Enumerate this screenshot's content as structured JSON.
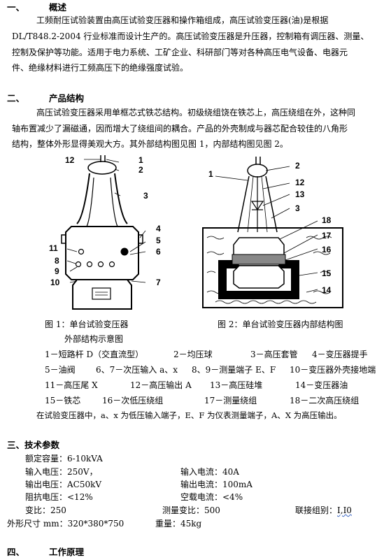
{
  "sections": {
    "s1": {
      "num": "一、",
      "title": "概述"
    },
    "s2": {
      "num": "二、",
      "title": "产品结构"
    },
    "s3": {
      "title": "三、技术参数"
    },
    "s4": {
      "num": "四、",
      "title": "工作原理"
    }
  },
  "overview": [
    "工频耐压试验装置由高压试验变压器和操作箱组成，高压试验变压器(油)是根据",
    "DL/T848.2-2004 行业标准而设计生产的。高压试验变压器是升压器，控制箱有调压器、测量、",
    "控制及保护等功能。适用于电力系统、工矿企业、科研部门等对各种高压电气设备、电器元",
    "件、绝缘材料进行工频高压下的绝缘强度试验。"
  ],
  "structure": [
    "高压试验变压器采用单框芯式铁芯结构。初级绕组饶在铁芯上，高压绕组在外，这种同",
    "轴布置减少了漏磁通，因而增大了绕组间的耦合。产品的外壳制成与器芯配合较佳的八角形",
    "结构，整体外形显得美观大方。其外部结构图见图 1，内部结构图见图 2。"
  ],
  "fig1": {
    "labels": [
      "12",
      "1",
      "2",
      "3",
      "4",
      "5",
      "6",
      "11",
      "8",
      "9",
      "10",
      "7"
    ],
    "caption1": "图 1：单台试验变压器",
    "caption2": "外部结构示意图"
  },
  "fig2": {
    "labels": [
      "1",
      "2",
      "12",
      "13",
      "3",
      "18",
      "17",
      "16",
      "15",
      "14"
    ],
    "caption": "图 2：单台试验变压器内部结构图"
  },
  "legend": [
    [
      "1－短路杆 D（交直流型）",
      "2－均压球",
      "3－高压套管",
      "4－变压器提手"
    ],
    [
      "5－油阀",
      "6、7－次压输入 a、x",
      "8、9－测量端子 E、F",
      "10－变压器外壳接地端"
    ],
    [
      "11－高压尾 X",
      "12－高压输出 A",
      "13－高压硅堆",
      "14－变压器油"
    ],
    [
      "15－铁芯",
      "16－次低压绕组",
      "17－测量绕组",
      "18－二次高压绕组"
    ]
  ],
  "legend_note": "在试验变压器中，a、x 为低压输入端子，E、F 为仪表测量端子，A、X 为高压输出。",
  "params": {
    "capacity": "额定容量：6-10kVA",
    "in_v": "输入电压：250V，",
    "in_i": "输入电流：40A",
    "out_v": "输出电压：AC50kV",
    "out_i": "输出电流：100mA",
    "impedance": "阻抗电压：<12%",
    "noload": "空载电流：<4%",
    "ratio": "变比：250",
    "meas_ratio": "测量变比：500",
    "group_label": "联接组别：",
    "group_value": "I,I0",
    "dims": "外形尺寸 mm：320*380*750",
    "weight": "重量：45kg"
  }
}
